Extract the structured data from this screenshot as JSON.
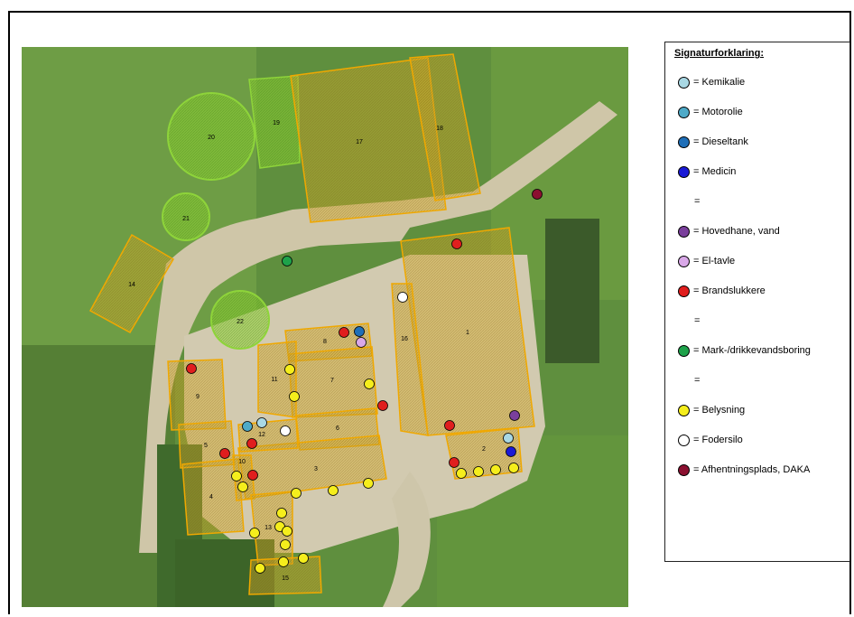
{
  "legend": {
    "title": "Signaturforklaring:",
    "items": [
      {
        "label": "= Kemikalie",
        "color": "#a9d8e4"
      },
      {
        "label": "= Motorolie",
        "color": "#4eaac8"
      },
      {
        "label": "= Dieseltank",
        "color": "#1f6fb8"
      },
      {
        "label": "= Medicin",
        "color": "#1a1ad6"
      },
      {
        "label": "=",
        "color": null
      },
      {
        "label": "= Hovedhane, vand",
        "color": "#7a3f9c"
      },
      {
        "label": "= El-tavle",
        "color": "#d9a8e8"
      },
      {
        "label": "= Brandslukkere",
        "color": "#e01e1e"
      },
      {
        "label": "=",
        "color": null
      },
      {
        "label": "= Mark-/drikkevandsboring",
        "color": "#1ea24a"
      },
      {
        "label": "=",
        "color": null
      },
      {
        "label": "= Belysning",
        "color": "#f5ee1c"
      },
      {
        "label": "= Fodersilo",
        "color": "#ffffff"
      },
      {
        "label": "= Afhentningsplads, DAKA",
        "color": "#8b1030"
      }
    ]
  },
  "buildings": [
    "1",
    "2",
    "3",
    "4",
    "5",
    "6",
    "7",
    "8",
    "9",
    "10",
    "11",
    "12",
    "13",
    "14",
    "15",
    "16",
    "17",
    "18",
    "19",
    "20",
    "21",
    "22"
  ]
}
